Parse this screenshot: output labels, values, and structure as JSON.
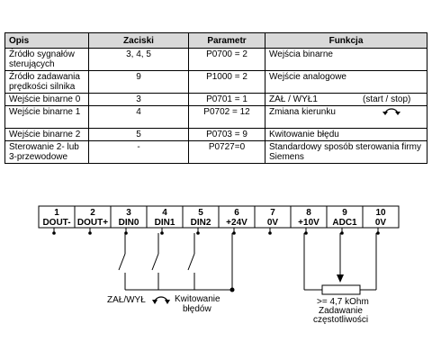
{
  "table": {
    "headers": [
      "Opis",
      "Zaciski",
      "Parametr",
      "Funkcja"
    ],
    "rows": [
      {
        "opis": "Źródło sygnałów\nsterujących",
        "zaciski": "3, 4, 5",
        "parametr": "P0700 = 2",
        "funkcja": "Wejścia binarne",
        "extra": ""
      },
      {
        "opis": "Źródło zadawania\nprędkości silnika",
        "zaciski": "9",
        "parametr": "P1000 = 2",
        "funkcja": "Wejście analogowe",
        "extra": ""
      },
      {
        "opis": "Wejście binarne 0",
        "zaciski": "3",
        "parametr": "P0701 = 1",
        "funkcja": "ZAŁ / WYŁ1",
        "extra": "(start / stop)"
      },
      {
        "opis": "Wejście binarne 1",
        "zaciski": "4",
        "parametr": "P0702 = 12",
        "funkcja": "Zmiana kierunku",
        "extra": ""
      },
      {
        "opis": "Wejście binarne 2",
        "zaciski": "5",
        "parametr": "P0703 = 9",
        "funkcja": "Kwitowanie błędu",
        "extra": ""
      },
      {
        "opis": "Sterowanie 2- lub\n3-przewodowe",
        "zaciski": "-",
        "parametr": "P0727=0",
        "funkcja": "Standardowy sposób sterowania firmy\nSiemens",
        "extra": ""
      }
    ]
  },
  "terminals": [
    {
      "num": "1",
      "label": "DOUT-"
    },
    {
      "num": "2",
      "label": "DOUT+"
    },
    {
      "num": "3",
      "label": "DIN0"
    },
    {
      "num": "4",
      "label": "DIN1"
    },
    {
      "num": "5",
      "label": "DIN2"
    },
    {
      "num": "6",
      "label": "+24V"
    },
    {
      "num": "7",
      "label": "0V"
    },
    {
      "num": "8",
      "label": "+10V"
    },
    {
      "num": "9",
      "label": "ADC1"
    },
    {
      "num": "10",
      "label": "0V"
    }
  ],
  "wiring_labels": {
    "switch_on_off": "ZAŁ/WYŁ",
    "ack_line1": "Kwitowanie",
    "ack_line2": "błędów",
    "pot_value": ">= 4,7 kOhm",
    "setpoint_line1": "Zadawanie",
    "setpoint_line2": "częstotliwości"
  }
}
